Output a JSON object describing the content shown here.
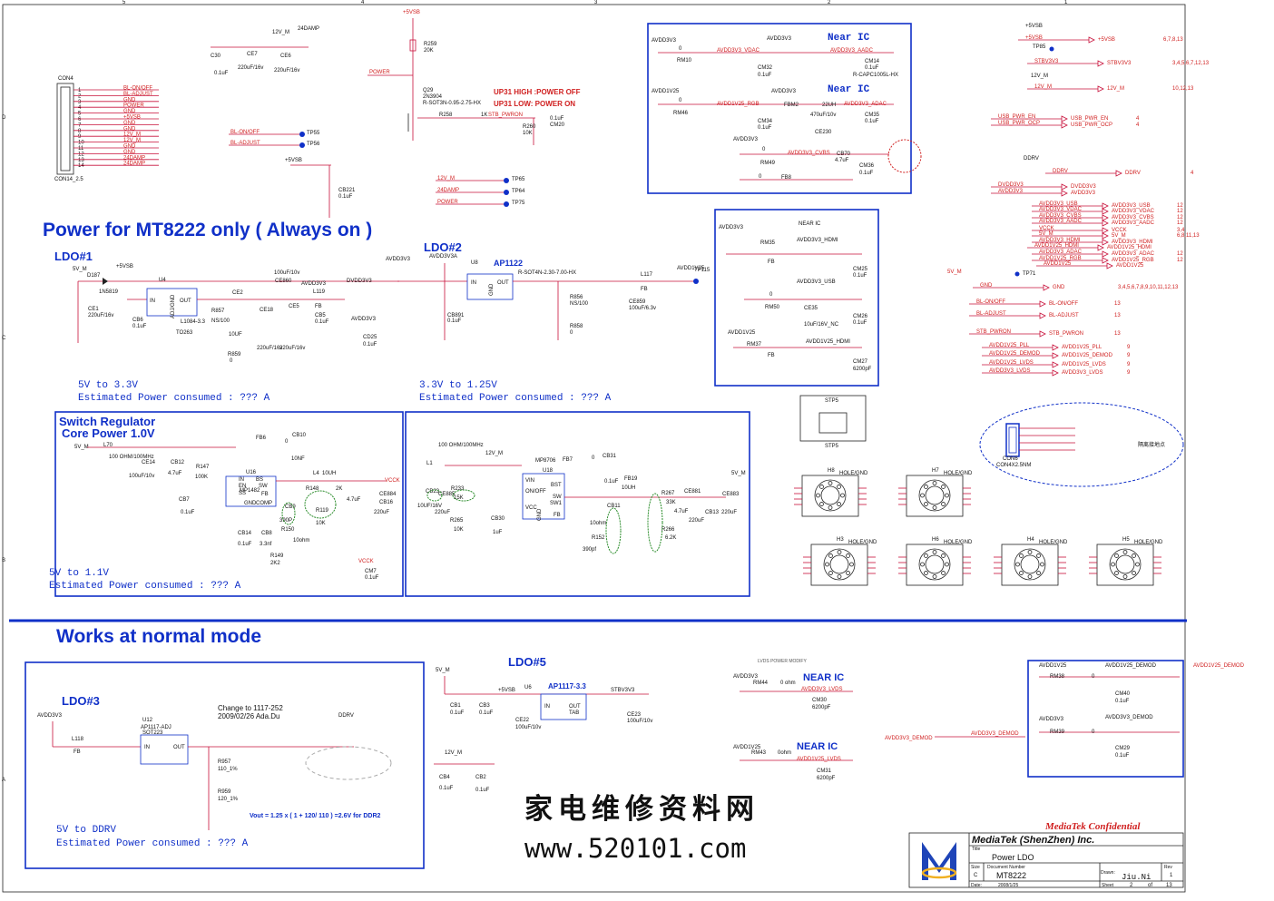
{
  "headings": {
    "power_always_on": "Power for MT8222 only ( Always on )",
    "works_normal": "Works at  normal mode",
    "ldo1": "LDO#1",
    "ldo2": "LDO#2",
    "ldo3": "LDO#3",
    "ldo5": "LDO#5",
    "switch_reg": "Switch Regulator",
    "core_power": "Core Power 1.0V"
  },
  "notes": {
    "ldo1_range": "5V to 3.3V",
    "ldo1_power": "Estimated Power consumed : ??? A",
    "ldo2_range": "3.3V to 1.25V",
    "ldo2_power": "Estimated Power consumed : ??? A",
    "sw_range": "5V to 1.1V",
    "sw_power": "Estimated Power consumed : ??? A",
    "ldo3_range": "5V to DDRV",
    "ldo3_power": "Estimated Power consumed : ??? A",
    "change_note": "Change to  1117-252",
    "change_date": "2009/02/26 Ada.Du",
    "vout_formula": "Vout = 1.25 x ( 1 + 120/ 110 ) =2.6V for DDR2",
    "up31_high": "UP31  HIGH :POWER OFF",
    "up31_low": "UP31 LOW: POWER ON",
    "near_ic": "Near IC",
    "near_ic_caps": "NEAR IC",
    "near_ic_small": "NEAR IC",
    "lvds_modify": "LVDS POWER MODIFY"
  },
  "connector": {
    "ref": "CON4",
    "part": "CON14_2.5",
    "pins": [
      {
        "n": "1",
        "net": "BL-ON/OFF"
      },
      {
        "n": "2",
        "net": "BL-ADJUST"
      },
      {
        "n": "3",
        "net": "GND"
      },
      {
        "n": "4",
        "net": "POWER"
      },
      {
        "n": "5",
        "net": "GND"
      },
      {
        "n": "6",
        "net": "+5VSB"
      },
      {
        "n": "7",
        "net": "GND"
      },
      {
        "n": "8",
        "net": "GND"
      },
      {
        "n": "9",
        "net": "12V_M"
      },
      {
        "n": "10",
        "net": "12V_M"
      },
      {
        "n": "11",
        "net": "GND"
      },
      {
        "n": "12",
        "net": "GND"
      },
      {
        "n": "13",
        "net": "24DAMP"
      },
      {
        "n": "14",
        "net": "24DAMP"
      }
    ]
  },
  "offpage": [
    {
      "net": "+5VSB",
      "pages": "6,7,8,13"
    },
    {
      "net": "STBV3V3",
      "pages": "3,4,5,6,7,12,13"
    },
    {
      "net": "12V_M",
      "pages": "10,12,13"
    },
    {
      "net": "USB_PWR_EN",
      "pages": "4"
    },
    {
      "net": "USB_PWR_OCP",
      "pages": "4"
    },
    {
      "net": "DDRV",
      "pages": "4"
    },
    {
      "net": "DVDD3V3",
      "pages": ""
    },
    {
      "net": "AVDD3V3",
      "pages": ""
    },
    {
      "net": "AVDD3V3_USB",
      "pages": "12"
    },
    {
      "net": "AVDD3V3_VDAC",
      "pages": "12"
    },
    {
      "net": "AVDD3V3_CVBS",
      "pages": "12"
    },
    {
      "net": "AVDD3V3_AADC",
      "pages": "12"
    },
    {
      "net": "VCCK",
      "pages": "3,4"
    },
    {
      "net": "5V_M",
      "pages": "6,8,11,13"
    },
    {
      "net": "AVDD3V3_HDMI",
      "pages": ""
    },
    {
      "net": "AVDD1V25_HDMI",
      "pages": ""
    },
    {
      "net": "AVDD3V3_ADAC",
      "pages": "12"
    },
    {
      "net": "AVDD1V25_RGB",
      "pages": "12"
    },
    {
      "net": "AVDD1V25",
      "pages": ""
    },
    {
      "net": "GND",
      "pages": "3,4,5,6,7,8,9,10,11,12,13"
    },
    {
      "net": "BL-ON/OFF",
      "pages": "13"
    },
    {
      "net": "BL-ADJUST",
      "pages": "13"
    },
    {
      "net": "STB_PWRON",
      "pages": "13"
    },
    {
      "net": "AVDD1V25_PLL",
      "pages": "9"
    },
    {
      "net": "AVDD1V25_DEMOD",
      "pages": "9"
    },
    {
      "net": "AVDD1V25_LVDS",
      "pages": "9"
    },
    {
      "net": "AVDD3V3_LVDS",
      "pages": "9"
    }
  ],
  "ics": {
    "u4": {
      "ref": "U4",
      "part": "L1084-3.3",
      "pkg": "TO263",
      "in": "IN",
      "out": "OUT",
      "adj": "ADJ/GND"
    },
    "u8": {
      "ref": "U8",
      "part": "AP1122",
      "pkg": "R-SOT4N-2.30-7.00-HX",
      "in": "IN",
      "out": "OUT",
      "gnd": "GND"
    },
    "u16": {
      "ref": "U16",
      "part": "MP1482",
      "pins": [
        "IN",
        "EN",
        "SS",
        "GND",
        "BS",
        "SW",
        "FB",
        "COMP"
      ]
    },
    "u18": {
      "ref": "U18",
      "part": "MP8706",
      "pins": [
        "VIN",
        "ON/OFF",
        "VCC",
        "GND",
        "BST",
        "SW",
        "SW1",
        "FB"
      ]
    },
    "u12": {
      "ref": "U12",
      "part": "AP1117-ADJ",
      "pkg": "SOT223",
      "in": "IN",
      "out": "OUT",
      "adj": "ADJ/GND"
    },
    "u6": {
      "ref": "U6",
      "part": "AP1117-3.3",
      "in": "IN",
      "out": "OUT",
      "tab": "TAB"
    },
    "q29": {
      "ref": "Q29",
      "part": "2N3904",
      "pkg": "R-SOT3N-0.95-2.75-HX"
    },
    "con6": {
      "ref": "CON6",
      "part": "CON4X2.5NM"
    }
  },
  "nets": {
    "v5sb": "+5VSB",
    "v12m": "12V_M",
    "damp": "24DAMP",
    "power": "POWER",
    "v5m": "5V_M",
    "avdd3v3": "AVDD3V3",
    "avdd3v3a": "AVDD3V3A",
    "dvdd3v3": "DVDD3V3",
    "avdd1v25": "AVDD1V25",
    "vcck": "VCCK",
    "ddrv": "DDRV",
    "stbv3v3": "STBV3V3",
    "stb_pwron": "STB_PWRON",
    "blon": "BL-ON/OFF",
    "bladj": "BL-ADJUST",
    "vdac": "AVDD3V3_VDAC",
    "aadc": "AVDD3V3_AADC",
    "rgb": "AVDD1V25_RGB",
    "adac": "AVDD3V3_ADAC",
    "cvbs": "AVDD3V3_CVBS",
    "hdmi": "AVDD3V3_HDMI",
    "usb": "AVDD3V3_USB",
    "hdmi125": "AVDD1V25_HDMI",
    "lvds": "AVDD3V3_LVDS",
    "lvds125": "AVDD1V25_LVDS",
    "demod3": "AVDD3V3_DEMOD",
    "demod125": "AVDD1V25_DEMOD",
    "gnd": "GND"
  },
  "parts": {
    "r259": "R259",
    "r259v": "20K",
    "r258": "R258",
    "r258v": "1K",
    "r260": "R260",
    "r260v": "10K",
    "cm20": "CM20",
    "cm20v": "0.1uF",
    "c30": "C30",
    "c30v": "0.1uF",
    "ce7": "CE7",
    "ce6": "CE6",
    "ce_v": "220uF/16v",
    "cb221": "CB221",
    "cb221v": "0.1uF",
    "tp55": "TP55",
    "tp56": "TP56",
    "tp65": "TP65",
    "tp64": "TP64",
    "tp75": "TP75",
    "tp71": "TP71",
    "tp115": "TP115",
    "tp85": "TP85",
    "d187": "D187",
    "d187v": "1N5819",
    "ce1": "CE1",
    "ce1v": "220uF/16v",
    "cb6": "CB6",
    "cb6v": "0.1uF",
    "ce2": "CE2",
    "ce2v": "10UF",
    "r857": "R857",
    "r857v": "NS/100",
    "r859": "R859",
    "r859v": "0",
    "ce860": "CE860",
    "ce860v": "100uF/10v",
    "ce18": "CE18",
    "ce5": "CE5",
    "ce18v": "220uF/16v",
    "ce5v": "220uF/16v",
    "l119": "L119",
    "fb": "FB",
    "cb5": "CB5",
    "cb5v": "0.1uF",
    "cd25": "CD25",
    "cd25v": "0.1uF",
    "cb891": "CB891",
    "cb891v": "0.1uF",
    "r856": "R856",
    "r856v": "NS/100",
    "r858": "R858",
    "r858v": "0",
    "l117": "L117",
    "ce859": "CE859",
    "ce859v": "100uF/6.3v",
    "rm10": "RM10",
    "rm46": "RM46",
    "rm49": "RM49",
    "fb8": "FB8",
    "fbm2": "FBM2",
    "fbm2v": "22UH",
    "cm32": "CM32",
    "cm34": "CM34",
    "cm14": "CM14",
    "cm14p": "R-CAPC1005L-HX",
    "cm35": "CM35",
    "ce230": "CE230",
    "ce230v": "470uF/10v",
    "cb70": "CB70",
    "cb70v": "4.7uF",
    "cm36": "CM36",
    "v01": "0.1uF",
    "v0": "0",
    "rm35": "RM35",
    "rm50": "RM50",
    "rm37": "RM37",
    "cm25": "CM25",
    "ce35": "CE35",
    "ce35v": "10uF/16V_NC",
    "cm26": "CM26",
    "cm27": "CM27",
    "cm27v": "6200pF",
    "l70": "L70",
    "l70v": "100 OHM/100MHz",
    "ce14": "CE14",
    "ce14v": "100uF/10v",
    "cb12": "CB12",
    "cb12v": "4.7uF",
    "r147": "R147",
    "r147v": "100K",
    "cb7": "CB7",
    "fb6": "FB6",
    "c810": "CB10",
    "c810v": "10NF",
    "l4": "L4",
    "l4v": "10UH",
    "r148": "R148",
    "r148v": "2K",
    "cb9": "CB9",
    "cb9v": "390P",
    "r150": "R150",
    "r150v": "10ohm",
    "r119": "R119",
    "r119v": "10K",
    "cb14": "CB14",
    "cb8": "CB8",
    "cb8v": "3.3nf",
    "r149": "R149",
    "r149v": "2K2",
    "ce884": "CE884",
    "ce884v": "220uF",
    "cb16": "CB16",
    "cb16v": "4.7uF",
    "cm7": "CM7",
    "l1": "L1",
    "ce885": "CE885",
    "ce885v": "10UF/16V",
    "r233": "R233",
    "r233v": "15K",
    "cb23": "CB23",
    "cb23v": "220uF",
    "r265": "R265",
    "r265v": "10K",
    "cb30": "CB30",
    "cb30v": "1uF",
    "fb7": "FB7",
    "cb31": "CB31",
    "cb31v": "0.1uF",
    "fb19": "FB19",
    "fb19v": "10UH",
    "cb11": "CB11",
    "cb11v": "10ohm",
    "r152": "R152",
    "r152v": "390pf",
    "r267": "R267",
    "r267v": "33K",
    "r266": "R266",
    "r266v": "6.2K",
    "ce881": "CE881",
    "ce881v": "220uF",
    "cb13": "CB13",
    "cb13v": "4.7uF",
    "ce883": "CE883",
    "ce883v": "220uF",
    "l118": "L118",
    "r957": "R957",
    "r957v": "110_1%",
    "r959": "R959",
    "r959v": "120_1%",
    "cb1": "CB1",
    "cb3": "CB3",
    "ce22": "CE22",
    "ce22v": "100uF/10v",
    "ce23": "CE23",
    "ce23v": "100uF/10v",
    "cb4": "CB4",
    "cb2": "CB2",
    "rm44": "RM44",
    "rm44v": "0 ohm",
    "cm30": "CM30",
    "rm43": "RM43",
    "rm43v": "0ohm",
    "cm31": "CM31",
    "rm38": "RM38",
    "rm39": "RM39",
    "cm40": "CM40",
    "cm29": "CM29",
    "stp5": "STP5",
    "h8": "H8",
    "h7": "H7",
    "h3": "H3",
    "h6": "H6",
    "h4": "H4",
    "h5": "H5",
    "holegnd": "HOLE/GND",
    "chinese_note": "隔离接地点"
  },
  "title_block": {
    "confidential": "MediaTek Confidential",
    "company": "MediaTek (ShenZhen) Inc.",
    "title_lbl": "Title",
    "title": "Power LDO",
    "size_lbl": "Size",
    "size": "C",
    "docnum_lbl": "Document Number",
    "docnum": "MT8222",
    "rev_lbl": "Rev",
    "rev": "1",
    "date_lbl": "Date:",
    "date": "2008/1/25",
    "drawn_lbl": "Drawn:",
    "drawn": "Jiu.Ni",
    "sheet_lbl": "Sheet",
    "sheet": "2",
    "of_lbl": "of",
    "of": "13"
  },
  "watermark": {
    "cn": "家电维修资料网",
    "url": "www.520101.com"
  },
  "border_marks": {
    "cols": [
      "5",
      "4",
      "3",
      "2",
      "1"
    ],
    "rows": [
      "D",
      "C",
      "B",
      "A"
    ]
  }
}
